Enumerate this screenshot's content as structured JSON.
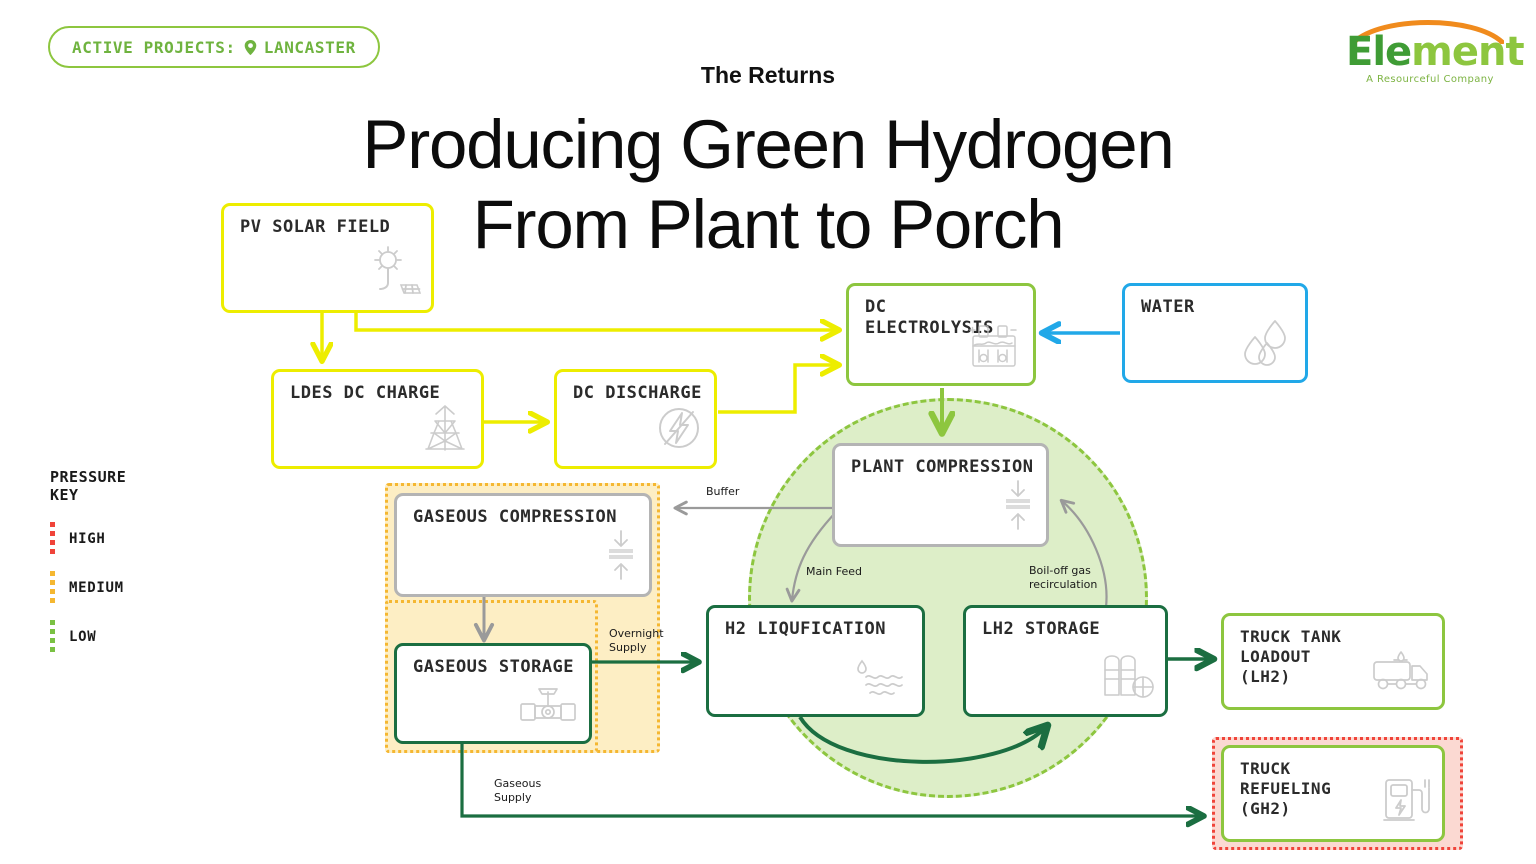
{
  "badge": {
    "label": "ACTIVE PROJECTS:",
    "location": "LANCASTER",
    "icon": "location-pin-icon",
    "color": "#6fb33f"
  },
  "logo": {
    "word_left": "Ele",
    "word_right": "ment",
    "tagline": "A Resourceful Company",
    "green": "#3f9c35",
    "orange": "#f08b1d"
  },
  "header": {
    "eyebrow": "The Returns",
    "title_line1": "Producing Green Hydrogen",
    "title_line2": "From Plant to Porch"
  },
  "pressure_key": {
    "title_line1": "PRESSURE",
    "title_line2": "KEY",
    "items": [
      {
        "label": "HIGH",
        "color": "#f0443a"
      },
      {
        "label": "MEDIUM",
        "color": "#f5b731"
      },
      {
        "label": "LOW",
        "color": "#7ac143"
      }
    ]
  },
  "nodes": [
    {
      "id": "pv-solar-field",
      "title": "PV SOLAR FIELD",
      "icon": "solar-panel-icon",
      "border": "#eded00"
    },
    {
      "id": "ldes-dc-charge",
      "title": "LDES DC CHARGE",
      "icon": "power-tower-icon",
      "border": "#eded00"
    },
    {
      "id": "dc-discharge",
      "title": "DC DISCHARGE",
      "icon": "lightning-circle-icon",
      "border": "#eded00"
    },
    {
      "id": "dc-electrolysis",
      "title": "DC ELECTROLYSIS",
      "icon": "electrolyzer-icon",
      "border": "#8dc63f"
    },
    {
      "id": "water",
      "title": "WATER",
      "icon": "water-droplets-icon",
      "border": "#21a8e8"
    },
    {
      "id": "plant-compression",
      "title": "PLANT COMPRESSION",
      "icon": "compression-icon",
      "border": "#b4b4b4"
    },
    {
      "id": "gaseous-compression",
      "title": "GASEOUS COMPRESSION",
      "icon": "compression-icon",
      "border": "#b4b4b4"
    },
    {
      "id": "gaseous-storage",
      "title": "GASEOUS STORAGE",
      "icon": "valve-icon",
      "border": "#1b6e41"
    },
    {
      "id": "h2-liqufication",
      "title": "H2 LIQUFICATION",
      "icon": "liquid-waves-icon",
      "border": "#1b6e41"
    },
    {
      "id": "lh2-storage",
      "title": "LH2 STORAGE",
      "icon": "storage-tanks-icon",
      "border": "#1b6e41"
    },
    {
      "id": "truck-tank-loadout",
      "title": "TRUCK TANK\nLOADOUT\n(LH2)",
      "icon": "tanker-truck-icon",
      "border": "#8dc63f"
    },
    {
      "id": "truck-refueling",
      "title": "TRUCK\nREFUELING\n(GH2)",
      "icon": "fuel-pump-icon",
      "border": "#8dc63f"
    }
  ],
  "edge_labels": {
    "buffer": "Buffer",
    "main_feed": "Main Feed",
    "boil_off": "Boil-off gas\nrecirculation",
    "overnight_supply": "Overnight\nSupply",
    "gaseous_supply": "Gaseous\nSupply"
  },
  "colors": {
    "yellow": "#eded00",
    "blue": "#21a8e8",
    "light_green": "#8dc63f",
    "dark_green": "#1b6e41",
    "gray": "#9a9a9a",
    "circle_fill": "#ddeec8"
  }
}
